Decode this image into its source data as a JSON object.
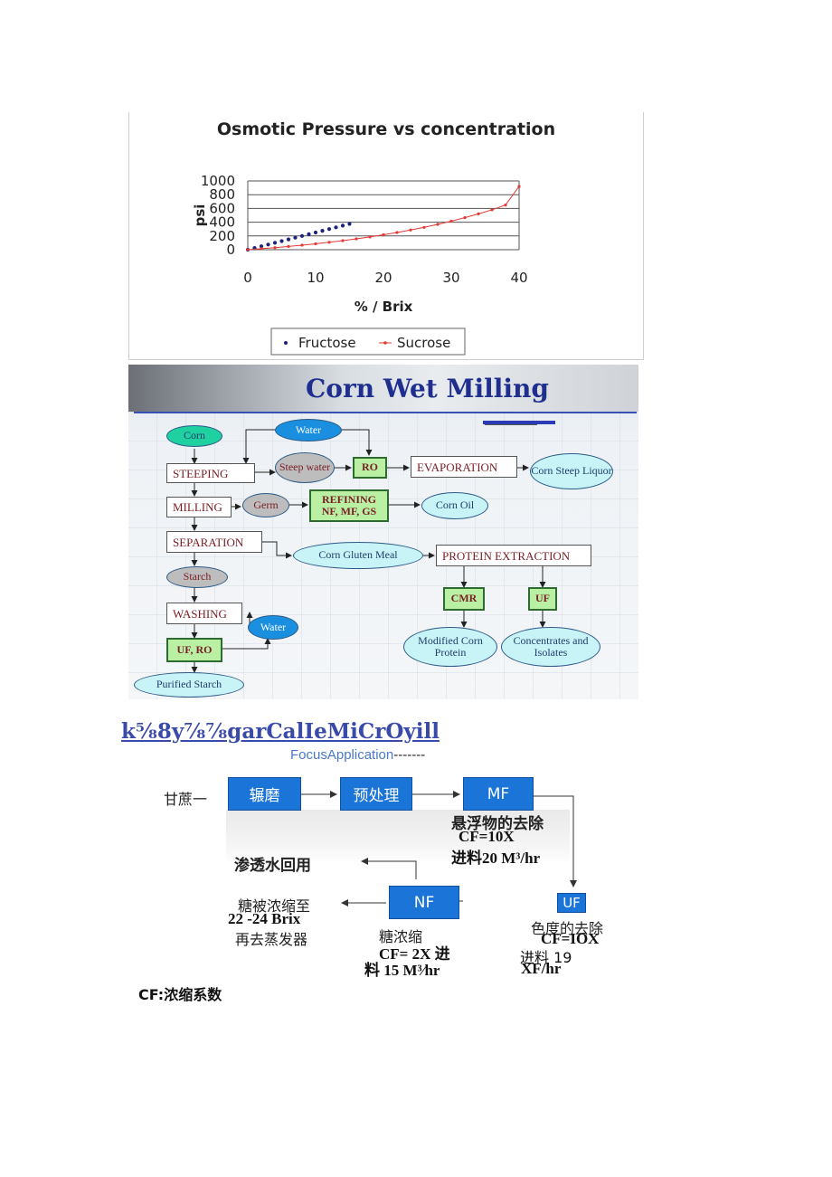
{
  "chart_data": {
    "type": "scatter",
    "title": "Osmotic Pressure vs concentration",
    "xlabel": "% / Brix",
    "ylabel": "psi",
    "xlim": [
      0,
      40
    ],
    "ylim": [
      0,
      1000
    ],
    "x_ticks": [
      "0",
      "10",
      "20",
      "30",
      "40"
    ],
    "y_ticks": [
      "0",
      "200",
      "400",
      "600",
      "800",
      "1000"
    ],
    "grid": true,
    "legend_position": "bottom",
    "series": [
      {
        "name": "Fructose",
        "color": "#1a237e",
        "marker": "dot",
        "x": [
          0,
          1,
          2,
          3,
          4,
          5,
          6,
          7,
          8,
          9,
          10,
          11,
          12,
          13,
          14,
          15
        ],
        "y": [
          0,
          25,
          50,
          75,
          100,
          125,
          150,
          175,
          200,
          225,
          250,
          275,
          300,
          325,
          350,
          375
        ]
      },
      {
        "name": "Sucrose",
        "color": "#e53935",
        "marker": "line-dot",
        "x": [
          0,
          2,
          4,
          6,
          8,
          10,
          12,
          14,
          16,
          18,
          20,
          22,
          24,
          26,
          28,
          30,
          32,
          34,
          36,
          38,
          40
        ],
        "y": [
          0,
          14,
          30,
          47,
          66,
          86,
          108,
          132,
          158,
          186,
          217,
          250,
          286,
          325,
          368,
          415,
          466,
          521,
          580,
          650,
          920
        ]
      }
    ]
  },
  "corn_wet_milling": {
    "title": "Corn Wet Milling",
    "nodes": {
      "corn": "Corn",
      "water_top": "Water",
      "steeping": "STEEPING",
      "steep_water": "Steep water",
      "ro": "RO",
      "evaporation": "EVAPORATION",
      "corn_steep_liquor": "Corn Steep Liquor",
      "milling": "MILLING",
      "germ": "Germ",
      "refining_1": "REFINING",
      "refining_2": "NF, MF, GS",
      "corn_oil": "Corn Oil",
      "separation": "SEPARATION",
      "corn_gluten_meal": "Corn Gluten Meal",
      "protein_extraction": "PROTEIN EXTRACTION",
      "starch": "Starch",
      "cmr": "CMR",
      "uf": "UF",
      "washing": "WASHING",
      "water_bottom": "Water",
      "uf_ro": "UF, RO",
      "modified_corn_protein": "Modified Corn Protein",
      "concentrates_isolates": "Concentrates and Isolates",
      "purified_starch": "Purified Starch"
    }
  },
  "sugar_section": {
    "heading": "k⁵⁄₈8y⁷⁄₈⁷⁄₈garCalIeMiCrOyill",
    "subheading": "FocusApplication",
    "subheading_dashes": "-------",
    "input_label": "甘蔗一",
    "box_grinding": "辗磨",
    "box_pretreat": "预处理",
    "box_mf": "MF",
    "mf_desc": "悬浮物的去除",
    "mf_cf": "CF=10X",
    "mf_feed": "进料20 M³/hr",
    "permeate_reuse": "渗透水回用",
    "box_nf": "NF",
    "box_uf": "UF",
    "sugar_conc_1": "糖被浓缩至",
    "sugar_conc_2": "22 -24 Brix",
    "sugar_conc_3": "再去蒸发器",
    "nf_desc_1": "糖浓缩",
    "nf_desc_2": "CF= 2X 进",
    "nf_desc_3": "料  15 M³⁄hr",
    "uf_desc_1": "色度的去除",
    "uf_desc_2": "CF=IOX",
    "uf_desc_3": "进料  19",
    "uf_desc_4": "XF/hr",
    "footnote": "CF:浓缩系数"
  }
}
